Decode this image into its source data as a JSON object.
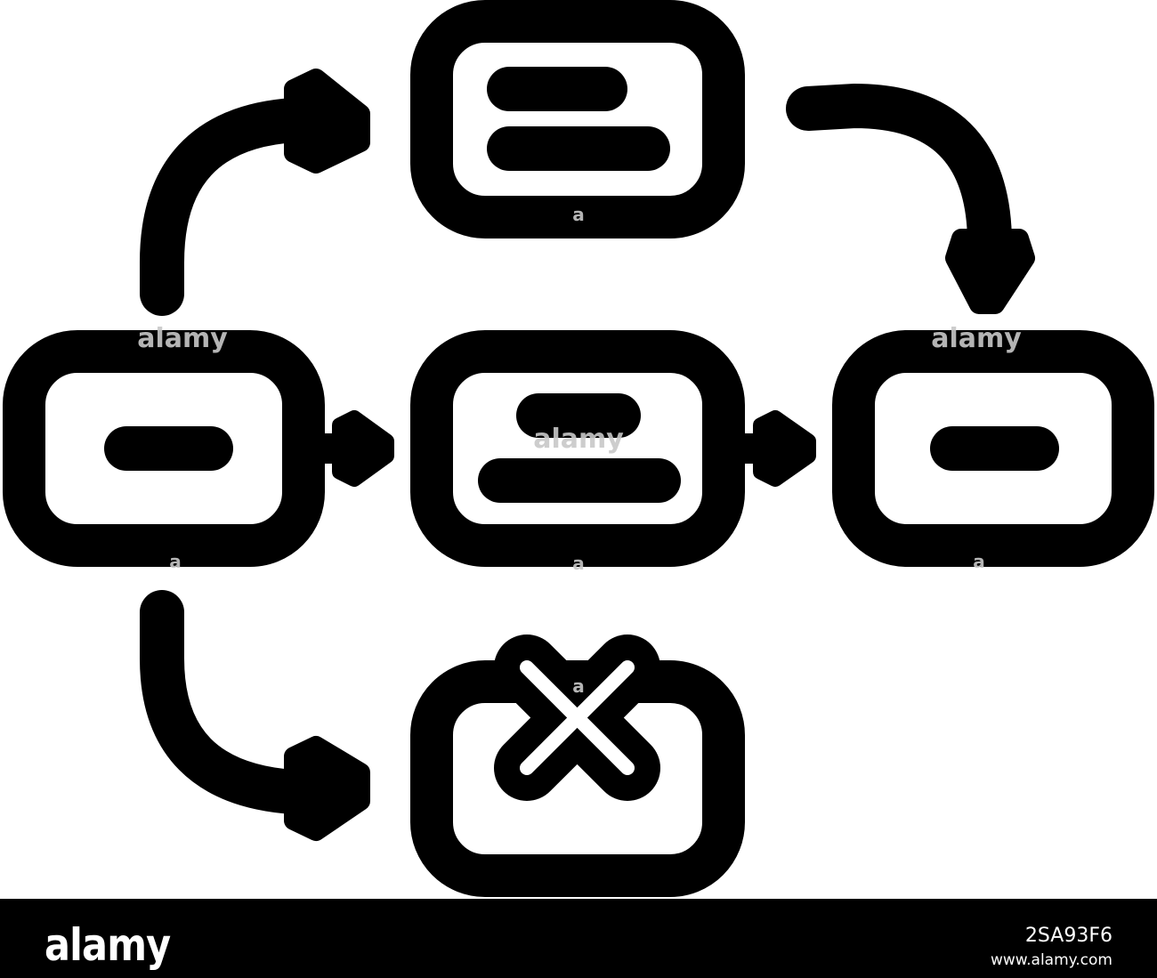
{
  "colors": {
    "stroke": "#000000",
    "fill": "#ffffff",
    "footer_background": "#000000",
    "footer_text": "#ffffff",
    "watermark": "#c8c8c8"
  },
  "diagram": {
    "nodes": [
      {
        "id": "top",
        "icon": "two-lines-left-aligned"
      },
      {
        "id": "left",
        "icon": "single-line"
      },
      {
        "id": "center",
        "icon": "two-lines-stacked"
      },
      {
        "id": "right",
        "icon": "single-line"
      },
      {
        "id": "bottom",
        "icon": "close-x"
      }
    ],
    "edges": [
      {
        "from": "left",
        "to": "top",
        "style": "curved-arrow"
      },
      {
        "from": "top",
        "to": "right",
        "style": "curved-arrow"
      },
      {
        "from": "left",
        "to": "center",
        "style": "straight-arrow"
      },
      {
        "from": "center",
        "to": "right",
        "style": "straight-arrow"
      },
      {
        "from": "left",
        "to": "bottom",
        "style": "curved-arrow"
      }
    ]
  },
  "watermark": {
    "text": "alamy",
    "small_letter": "a"
  },
  "footer": {
    "logo": "alamy",
    "image_id": "2SA93F6",
    "url": "www.alamy.com"
  }
}
